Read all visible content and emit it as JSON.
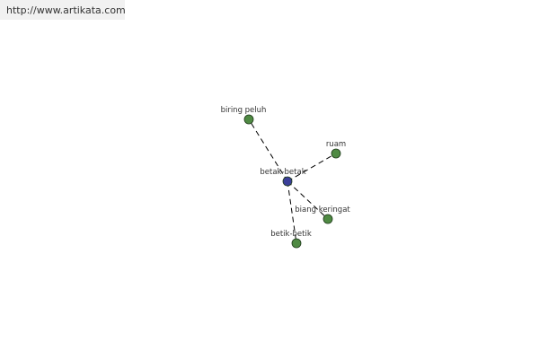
{
  "header": {
    "url": "http://www.artikata.com"
  },
  "colors": {
    "center_node": "#3b3f99",
    "leaf_node": "#4f8a43",
    "node_stroke": "#1f3a1a",
    "edge": "#000000"
  },
  "graph": {
    "center": {
      "id": "center",
      "label": "betak-betak"
    },
    "nodes": [
      {
        "id": "n1",
        "label": "biring peluh"
      },
      {
        "id": "n2",
        "label": "ruam"
      },
      {
        "id": "n3",
        "label": "biang keringat"
      },
      {
        "id": "n4",
        "label": "betik-betik"
      }
    ],
    "edges": [
      {
        "from": "center",
        "to": "n1"
      },
      {
        "from": "center",
        "to": "n2"
      },
      {
        "from": "center",
        "to": "n3"
      },
      {
        "from": "center",
        "to": "n4"
      }
    ]
  }
}
